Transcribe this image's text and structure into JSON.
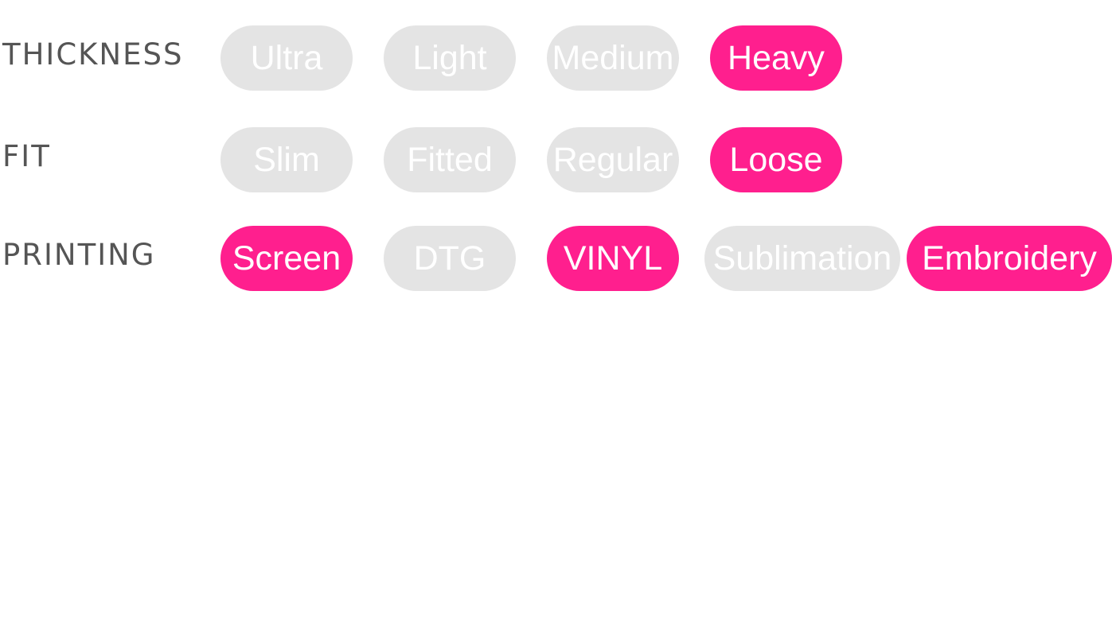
{
  "colors": {
    "selected": "#ff1f8e",
    "unselected": "#e4e4e4",
    "pill_text": "#ffffff",
    "label_text": "#555555"
  },
  "thickness": {
    "label": "THICKNESS",
    "options": [
      {
        "label": "Ultra",
        "selected": false
      },
      {
        "label": "Light",
        "selected": false
      },
      {
        "label": "Medium",
        "selected": false
      },
      {
        "label": "Heavy",
        "selected": true
      }
    ]
  },
  "fit": {
    "label": "FIT",
    "options": [
      {
        "label": "Slim",
        "selected": false
      },
      {
        "label": "Fitted",
        "selected": false
      },
      {
        "label": "Regular",
        "selected": false
      },
      {
        "label": "Loose",
        "selected": true
      }
    ]
  },
  "printing": {
    "label": "PRINTING",
    "options": [
      {
        "label": "Screen",
        "selected": true
      },
      {
        "label": "DTG",
        "selected": false
      },
      {
        "label": "VINYL",
        "selected": true
      },
      {
        "label": "Sublimation",
        "selected": false
      },
      {
        "label": "Embroidery",
        "selected": true
      }
    ]
  }
}
